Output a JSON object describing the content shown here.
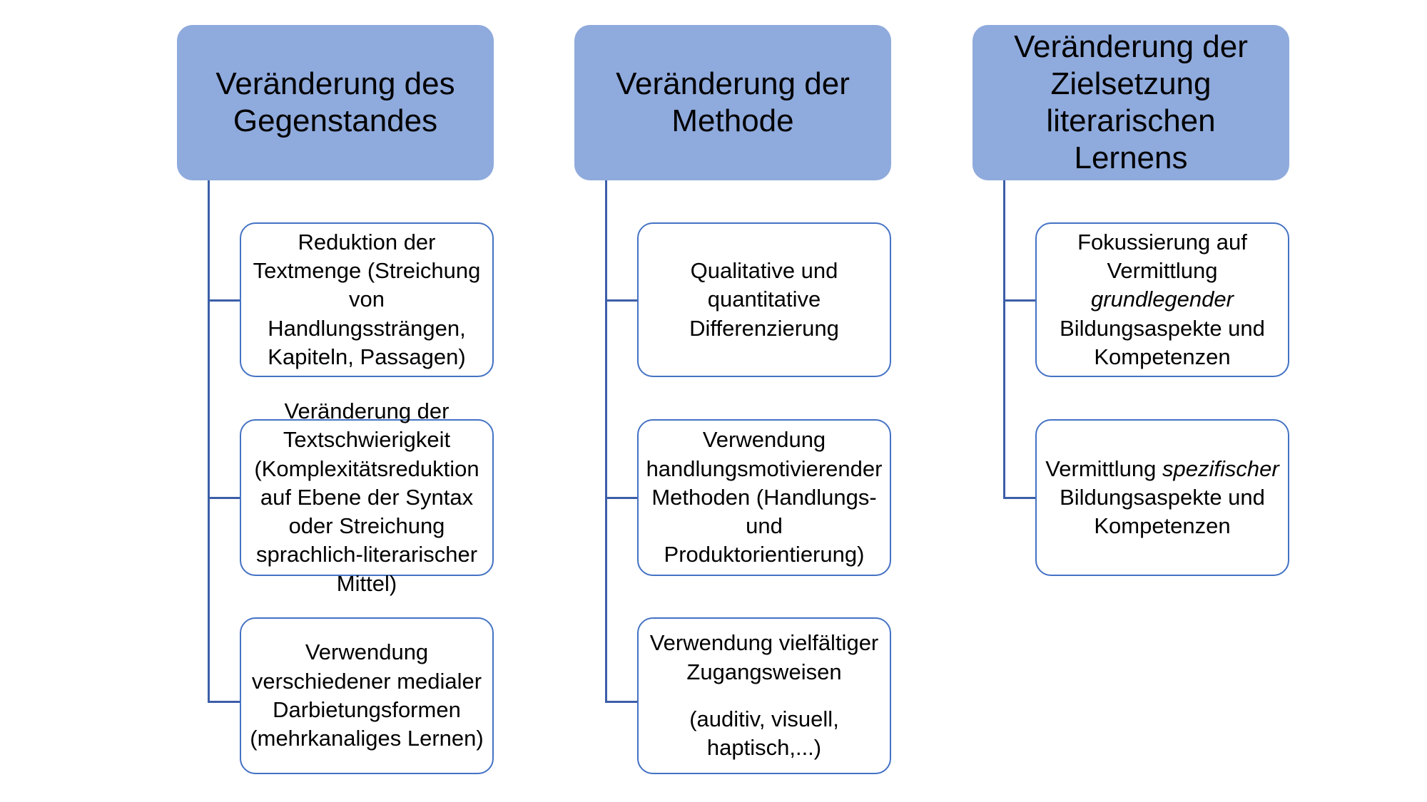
{
  "diagram": {
    "title": "Veränderung literarischen Lernens",
    "accent_fill": "#8FAADC",
    "accent_border": "#4472C4",
    "connector_color": "#3C5EA8",
    "background": "#FFFFFF"
  },
  "columns": [
    {
      "id": "gegenstand",
      "header": "Veränderung des Gegenstandes",
      "children": [
        {
          "id": "reduktion-textmenge",
          "paragraphs": [
            "Reduktion der Textmenge (Streichung von Handlungssträngen, Kapiteln, Passagen)"
          ]
        },
        {
          "id": "textschwierigkeit",
          "paragraphs": [
            "Veränderung der Textschwierigkeit (Komplexitätsreduktion auf Ebene der Syntax oder Streichung sprachlich-literarischer Mittel)"
          ]
        },
        {
          "id": "mediale-darbietung",
          "paragraphs": [
            "Verwendung verschiedener medialer Darbietungsformen (mehrkanaliges Lernen)"
          ]
        }
      ]
    },
    {
      "id": "methode",
      "header": "Veränderung der Methode",
      "children": [
        {
          "id": "qualitative-quantitative-differenzierung",
          "paragraphs": [
            "Qualitative und quantitative Differenzierung"
          ]
        },
        {
          "id": "handlungsmotivierende-methoden",
          "paragraphs": [
            "Verwendung handlungsmotivierender Methoden (Handlungs- und Produktorientierung)"
          ]
        },
        {
          "id": "vielfaeltige-zugangsweisen",
          "paragraphs": [
            "Verwendung vielfältiger Zugangsweisen",
            "(auditiv, visuell, haptisch,...)"
          ]
        }
      ]
    },
    {
      "id": "zielsetzung",
      "header": "Veränderung der Zielsetzung literarischen Lernens",
      "children": [
        {
          "id": "grundlegende-bildungsaspekte",
          "paragraphs_html": [
            "Fokussierung auf Vermittlung <em>grundlegender</em> Bildungsaspekte und Kompetenzen"
          ]
        },
        {
          "id": "spezifische-bildungsaspekte",
          "paragraphs_html": [
            "Vermittlung <em>spezifischer</em> Bildungsaspekte und Kompetenzen"
          ]
        }
      ]
    }
  ]
}
